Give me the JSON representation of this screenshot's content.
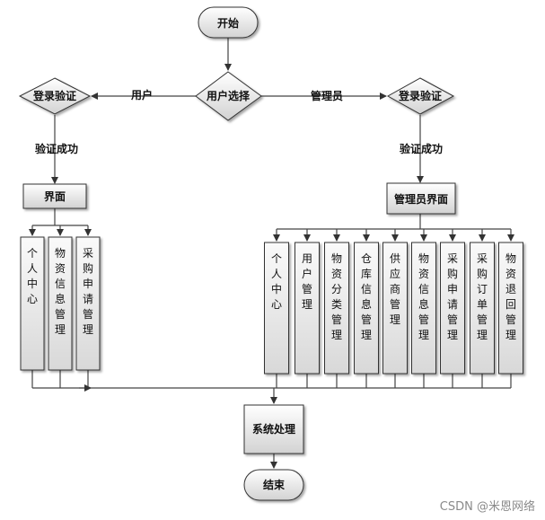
{
  "nodes": {
    "start": "开始",
    "user_select": "用户选择",
    "login_left": "登录验证",
    "login_right": "登录验证",
    "ui": "界面",
    "admin_ui": "管理员界面",
    "process": "系统处理",
    "end": "结束"
  },
  "edges": {
    "user": "用户",
    "admin": "管理员",
    "success_left": "验证成功",
    "success_right": "验证成功"
  },
  "user_modules": [
    "个人中心",
    "物资信息管理",
    "采购申请管理"
  ],
  "admin_modules": [
    "个人中心",
    "用户管理",
    "物资分类管理",
    "仓库信息管理",
    "供应商管理",
    "物资信息管理",
    "采购申请管理",
    "采购订单管理",
    "物资退回管理"
  ],
  "watermark": "CSDN @米恩网络",
  "colors": {
    "box_fill": "#f2f2f2",
    "box_fill_dark": "#d4d4d4",
    "stroke": "#333333",
    "line": "#444444"
  }
}
